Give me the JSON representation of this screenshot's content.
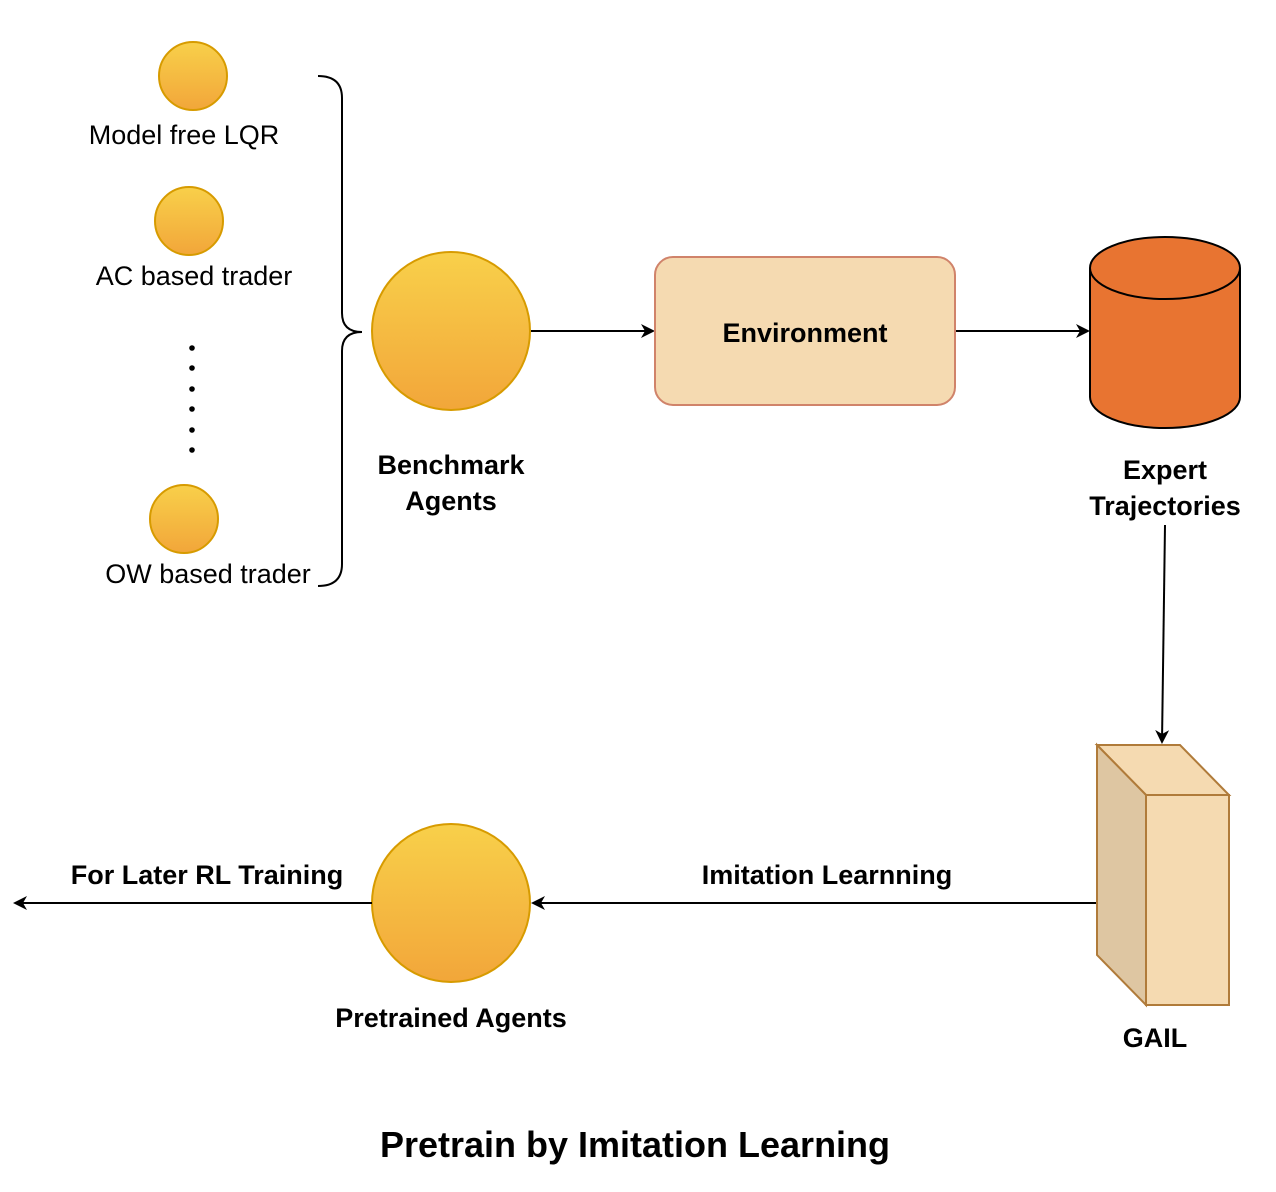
{
  "title": "Pretrain by Imitation Learning",
  "benchmark_list": {
    "items": [
      {
        "label": "Model free LQR"
      },
      {
        "label": "AC based trader"
      },
      {
        "label": "OW based trader"
      }
    ]
  },
  "nodes": {
    "benchmark_agents": {
      "line1": "Benchmark",
      "line2": "Agents"
    },
    "environment": {
      "label": "Environment"
    },
    "expert_trajectories": {
      "line1": "Expert",
      "line2": "Trajectories"
    },
    "gail": {
      "label": "GAIL"
    },
    "pretrained_agents": {
      "label": "Pretrained Agents"
    }
  },
  "edges": {
    "imitation_learning": {
      "label": "Imitation Learnning"
    },
    "later_rl_training": {
      "label": "For Later RL Training"
    }
  },
  "colors": {
    "agent_fill_top": "#F8D04A",
    "agent_fill_bottom": "#F2A63A",
    "agent_stroke": "#D79B00",
    "environment_fill": "#F5DAB1",
    "environment_stroke": "#D0836A",
    "database_fill": "#E87431",
    "database_stroke": "#000000",
    "gail_front": "#F5DAB1",
    "gail_side": "#DEC6A2",
    "gail_stroke": "#B07B3A",
    "line": "#000000"
  }
}
